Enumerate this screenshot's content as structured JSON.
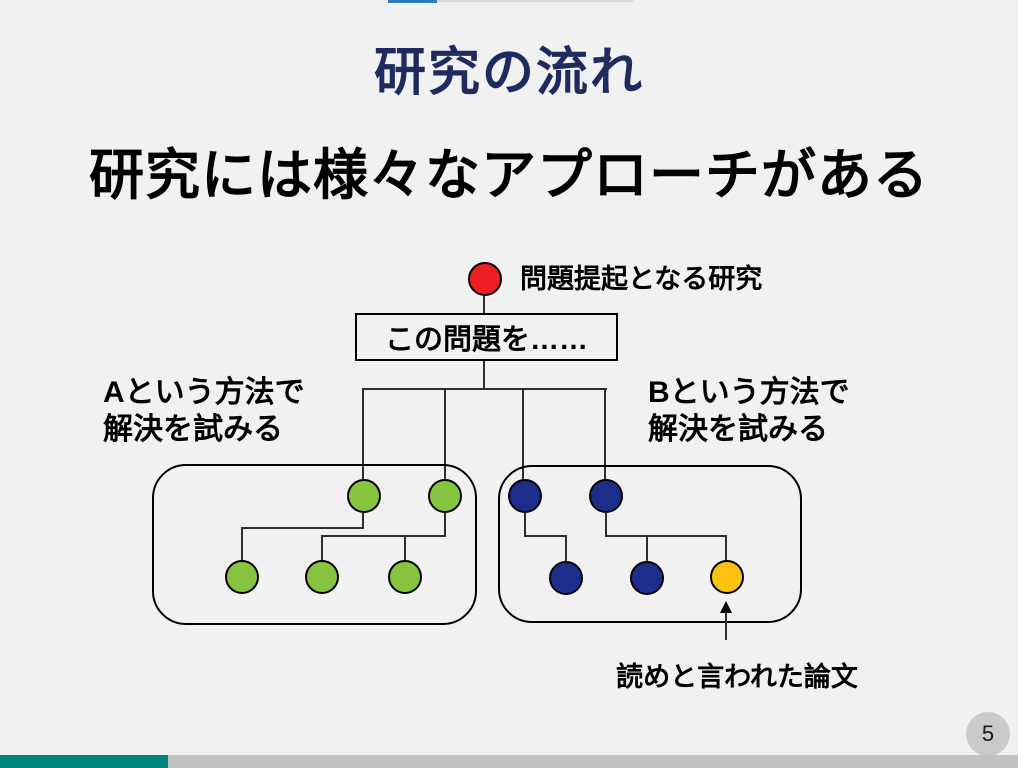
{
  "slide": {
    "title": "研究の流れ",
    "subtitle": "研究には様々なアプローチがある",
    "page_number": "5"
  },
  "diagram": {
    "root_label": "問題提起となる研究",
    "problem_box_text": "この問題を……",
    "branch_a_label_line1": "Aという方法で",
    "branch_a_label_line2": "解決を試みる",
    "branch_b_label_line1": "Bという方法で",
    "branch_b_label_line2": "解決を試みる",
    "arrow_label": "読めと言われた論文",
    "tree": {
      "branch_a_top_nodes": 2,
      "branch_a_bottom_nodes": 3,
      "branch_b_top_nodes": 2,
      "branch_b_bottom_nodes": 3,
      "highlighted_node": "読めと言われた論文"
    }
  },
  "colors": {
    "root_node": "#ee1c23",
    "branch_a_node": "#86c440",
    "branch_b_node": "#1c2d8c",
    "highlight_node": "#fdc20f",
    "title_text": "#1f2a5e",
    "footer_teal": "#00857c",
    "footer_gray": "#c2c2c2",
    "top_dash_blue": "#2e7cb5",
    "top_line_gray": "#d9d9d9",
    "page_badge_bg": "#c9cacb"
  }
}
